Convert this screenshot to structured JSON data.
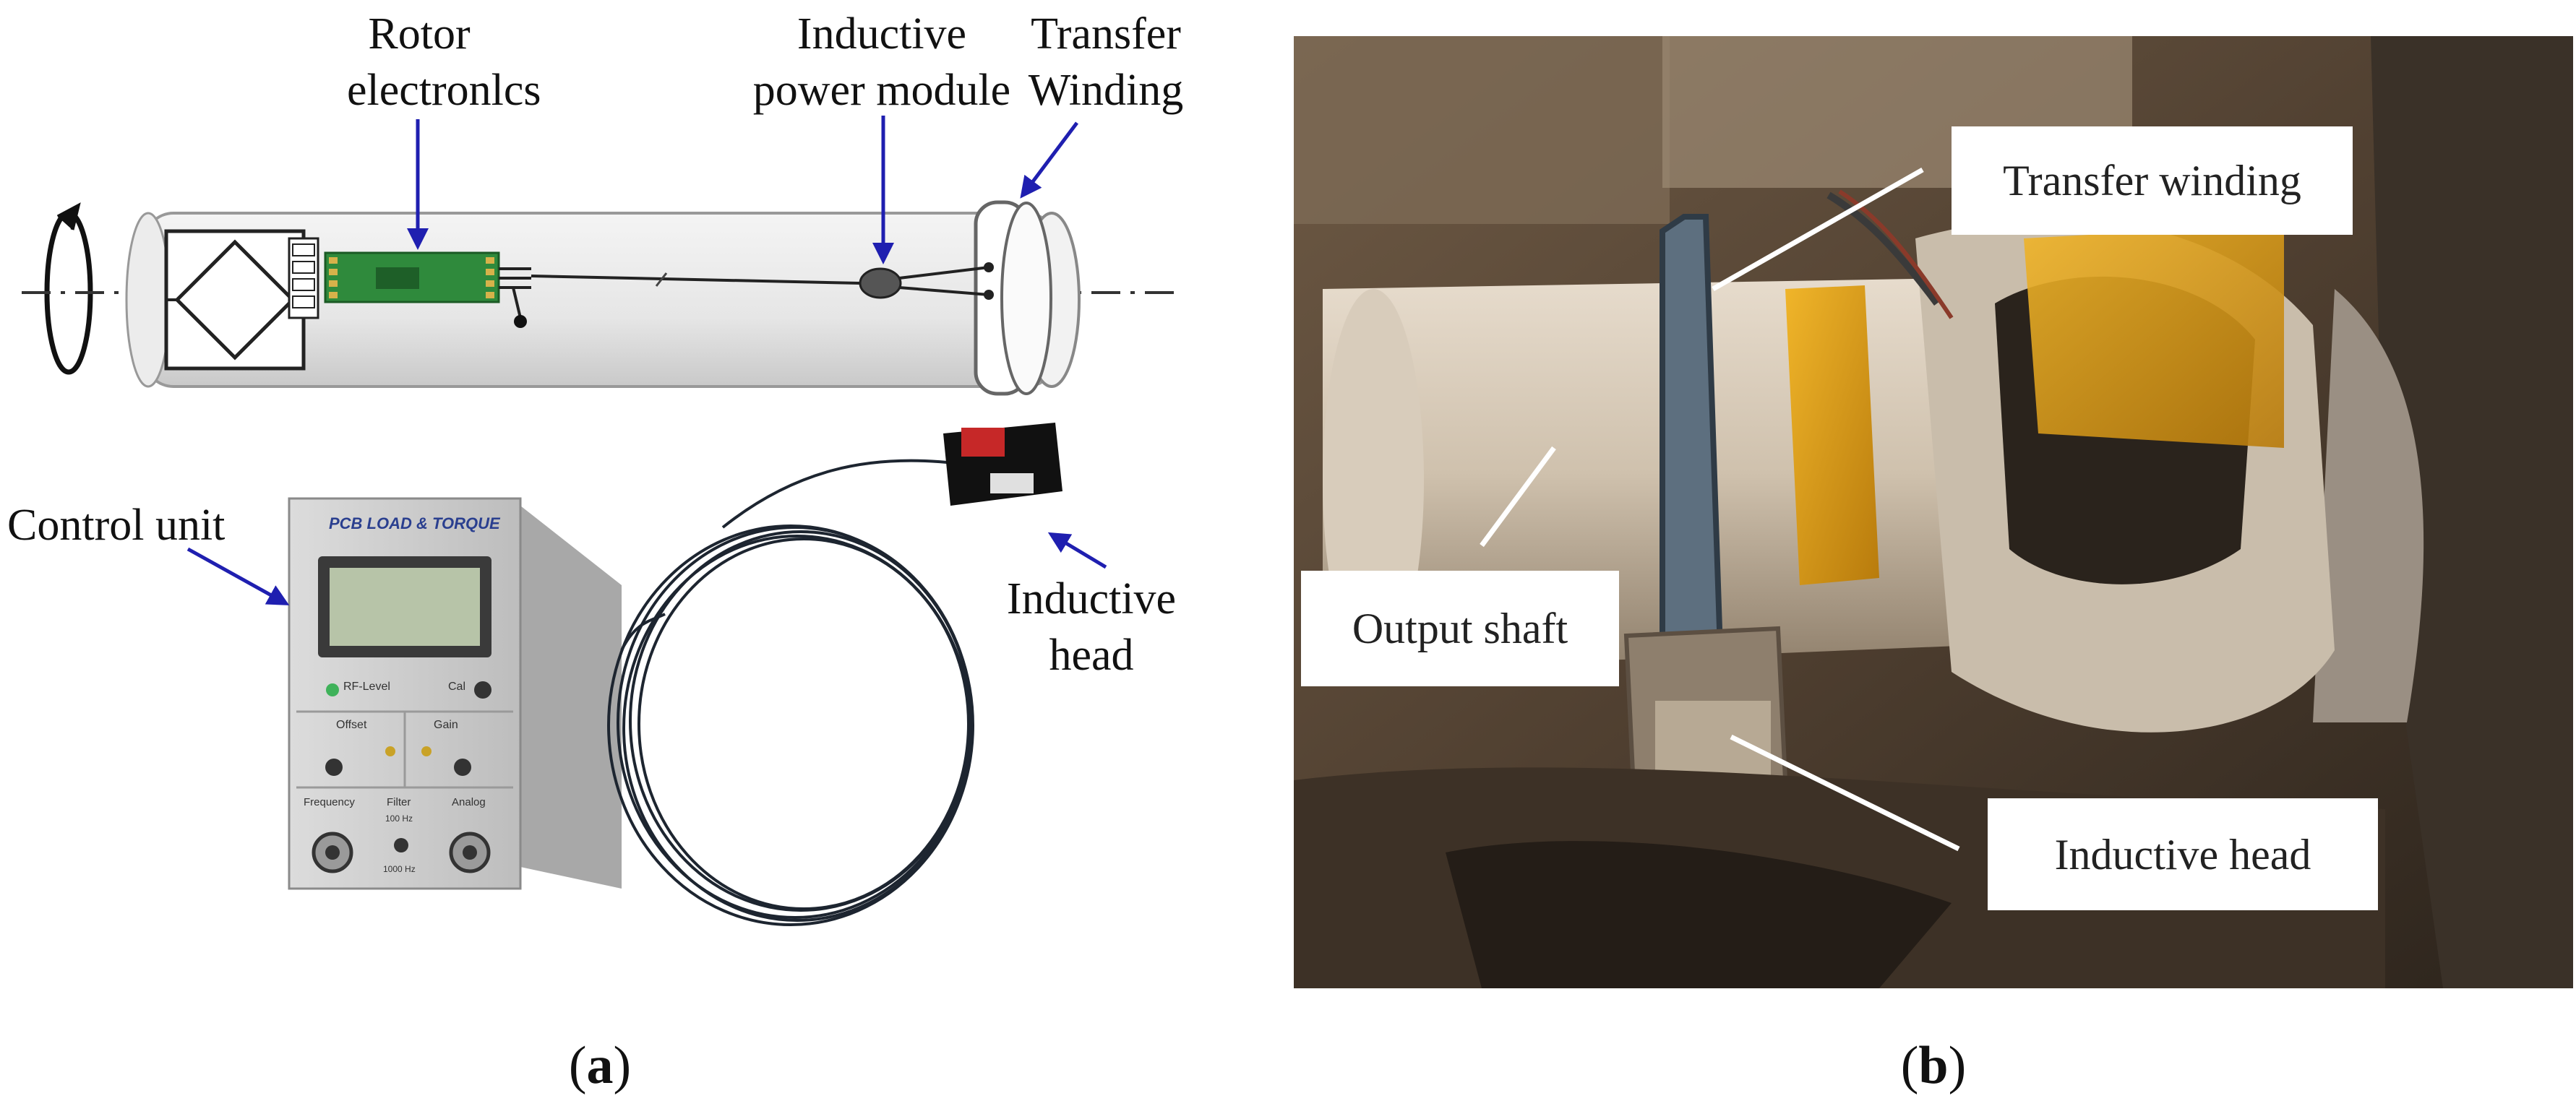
{
  "panel_a": {
    "labels": {
      "rotor_electronics": "Rotor\nelectronlcs",
      "rotor_line1": "Rotor",
      "rotor_line2": "electronlcs",
      "power_line1": "Inductive",
      "power_line2": "power module",
      "transfer_line1": "Transfer",
      "transfer_line2": "Winding",
      "control_unit": "Control unit",
      "head_line1": "Inductive",
      "head_line2": "head"
    },
    "device_text": {
      "brand": "PCB LOAD & TORQUE",
      "rf_level": "RF-Level",
      "cal": "Cal",
      "offset": "Offset",
      "gain": "Gain",
      "frequency": "Frequency",
      "filter": "Filter",
      "analog": "Analog",
      "f1": "100 Hz",
      "f2": "1000 Hz"
    },
    "caption": "a"
  },
  "panel_b": {
    "labels": {
      "transfer_winding": "Transfer winding",
      "output_shaft": "Output shaft",
      "inductive_head": "Inductive head"
    },
    "caption": "b"
  },
  "colors": {
    "arrow_blue": "#1f1fb0",
    "tape_amber": "#d9a21b",
    "shaft_gray": "#e8e8e8",
    "pcb_green": "#2f8a3c"
  }
}
